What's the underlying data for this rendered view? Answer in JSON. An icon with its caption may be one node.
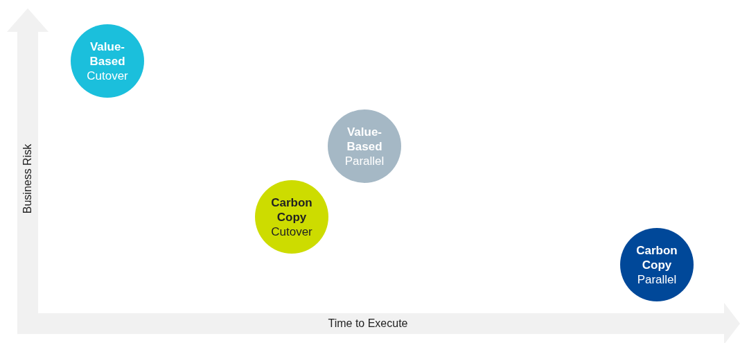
{
  "diagram": {
    "nodes": [
      {
        "text": [
          "Value-Based",
          "Cutover"
        ]
      },
      {
        "text": [
          "Value-Based",
          "Parallel"
        ]
      },
      {
        "text": [
          "Carbon Copy",
          "Cutover"
        ]
      },
      {
        "text": [
          "Carbon Copy",
          "Parallel"
        ]
      }
    ],
    "edges": [],
    "labels": [
      "Business Risk",
      "Time to Execute"
    ]
  }
}
